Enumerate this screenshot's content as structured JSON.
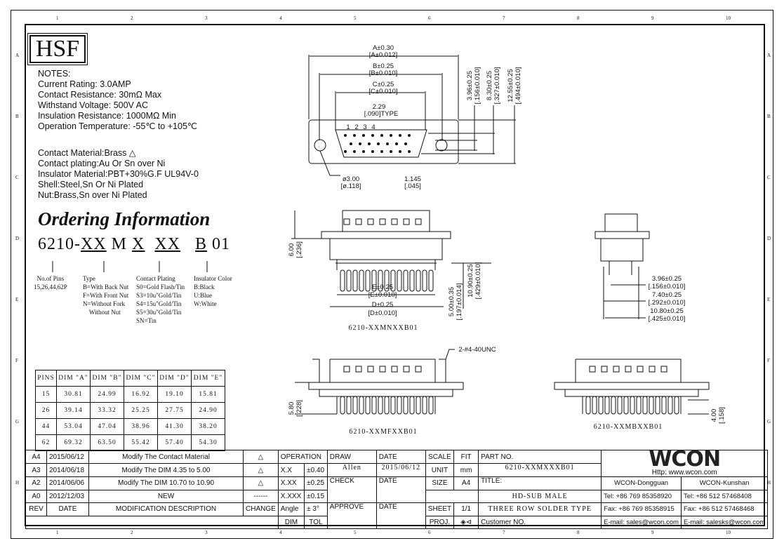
{
  "zones": {
    "cols": [
      "1",
      "2",
      "3",
      "4",
      "5",
      "6",
      "7",
      "8",
      "9",
      "10"
    ],
    "rows": [
      "A",
      "B",
      "C",
      "D",
      "E",
      "F",
      "G",
      "H"
    ]
  },
  "logo_mark": "HSF",
  "notes": "NOTES:\nCurrent Rating: 3.0AMP\nContact Resistance: 30mΩ Max\nWithstand Voltage: 500V AC\nInsulation Resistance: 1000MΩ Min\nOperation Temperature: -55℃ to +105℃",
  "materials": "Contact Material:Brass △\nContact plating:Au Or Sn over Ni\nInsulator Material:PBT+30%G.F UL94V-0\nShell:Steel,Sn Or Ni Plated\nNut:Brass,Sn over Ni Plated",
  "ordering": {
    "title": "Ordering Information",
    "part": [
      "6210-",
      "XX",
      "M",
      "X",
      "XX",
      "B",
      "01"
    ],
    "pins": "No.of Pins\n15,26,44,62P",
    "type": "Type\nB=With Back Nut\nF=With Front Nut\nN=Without Fork\n    Without Nut",
    "plating": "Contact Plating\nS0=Gold Flash/Tin\nS3=10u\"Gold/Tin\nS4=15u\"Gold/Tin\nS5=30u\"Gold/Tin\nSN=Tin",
    "color": "Insulator Color\nB:Black\nU:Blue\nW:White"
  },
  "dim_table": {
    "headers": [
      "PINS",
      "DIM \"A\"",
      "DIM \"B\"",
      "DIM \"C\"",
      "DIM \"D\"",
      "DIM \"E\""
    ],
    "rows": [
      [
        "15",
        "30.81",
        "24.99",
        "16.92",
        "19.10",
        "15.81"
      ],
      [
        "26",
        "39.14",
        "33.32",
        "25.25",
        "27.75",
        "24.90"
      ],
      [
        "44",
        "53.04",
        "47.04",
        "38.96",
        "41.30",
        "38.20"
      ],
      [
        "62",
        "69.32",
        "63.50",
        "55.42",
        "57.40",
        "54.30"
      ]
    ]
  },
  "dims": {
    "a": "A±0.30",
    "a2": "[A±0.012]",
    "b": "B±0.25",
    "b2": "[B±0.010]",
    "c": "C±0.25",
    "c2": "[C±0.010]",
    "p": "2.29",
    "p2": "[.090]TYPE",
    "h1": "3.96±0.25",
    "h1b": "[.156±0.010]",
    "h2": "8.30±0.25",
    "h2b": "[.327±0.010]",
    "h3": "12.55±0.25",
    "h3b": "[.494±0.010]",
    "hole": "ø3.00",
    "hole2": "[ø.118]",
    "row": "1.145",
    "row2": "[.045]",
    "pinnums": [
      "1",
      "2",
      "3",
      "4"
    ],
    "e": "E±0.25",
    "e2": "[E±0.010]",
    "d": "D±0.25",
    "d2": "[D±0.010]",
    "t6": "6.00",
    "t6b": "[.236]",
    "l5": "5.00±0.35",
    "l5b": "[.197±0.014]",
    "l10": "10.90±0.25",
    "l10b": "[.429±0.010]",
    "s1": "3.96±0.25",
    "s1b": "[.156±0.010]",
    "s2": "7.40±0.25",
    "s2b": "[.292±0.010]",
    "s3": "10.80±0.25",
    "s3b": "[.425±0.010]",
    "unc": "2-#4-40UNC",
    "f58": "5.80",
    "f58b": "[.228]",
    "b4": "4.00",
    "b4b": "[.158]"
  },
  "views": {
    "n": "6210-XXMNXXB01",
    "f": "6210-XXMFXXB01",
    "b": "6210-XXMBXXB01"
  },
  "revisions": [
    [
      "A4",
      "2015/06/12",
      "Modify The Contact Material",
      "△"
    ],
    [
      "A3",
      "2014/06/18",
      "Modify The DIM 4.35 to 5.00",
      "△"
    ],
    [
      "A2",
      "2014/06/06",
      "Modify The DIM 10.70 to 10.90",
      "△"
    ],
    [
      "A0",
      "2012/12/03",
      "NEW",
      "------"
    ]
  ],
  "rev_header": [
    "REV",
    "DATE",
    "MODIFICATION DESCRIPTION",
    "CHANGE"
  ],
  "tol": {
    "op": "OPERATION",
    "rows": [
      [
        "X.X",
        "±0.40"
      ],
      [
        "X.XX",
        "±0.25"
      ],
      [
        "X.XXX",
        "±0.15"
      ],
      [
        "Angle",
        "± 3°"
      ]
    ],
    "dim": "DIM",
    "tol": "TOL"
  },
  "sign": {
    "draw": "DRAW",
    "drawer": "Allen",
    "date": "DATE",
    "date_val": "2015/06/12",
    "check": "CHECK",
    "approve": "APPROVE"
  },
  "sheet": {
    "scale": "SCALE",
    "scale_v": "FIT",
    "unit": "UNIT",
    "unit_v": "mm",
    "size": "SIZE",
    "size_v": "A4",
    "sheet": "SHEET",
    "sheet_v": "1/1",
    "proj": "PROJ.",
    "proj_v": "◈⊲"
  },
  "part": {
    "label": "PART NO.",
    "value": "6210-XXMXXXB01",
    "title_label": "TITLE:",
    "t1": "HD-SUB MALE",
    "t2": "THREE ROW SOLDER TYPE",
    "cust": "Customer NO."
  },
  "company": {
    "logo": "WCON",
    "url": "Http: www.wcon.com",
    "dg": "WCON-Dongguan",
    "dg_tel": "Tel: +86 769 85358920",
    "dg_fax": "Fax: +86 769 85358915",
    "dg_mail": "E-mail: sales@wcon.com",
    "ks": "WCON-Kunshan",
    "ks_tel": "Tel: +86 512 57468408",
    "ks_fax": "Fax: +86 512 57468468",
    "ks_mail": "E-mail: salesks@wcon.com"
  }
}
